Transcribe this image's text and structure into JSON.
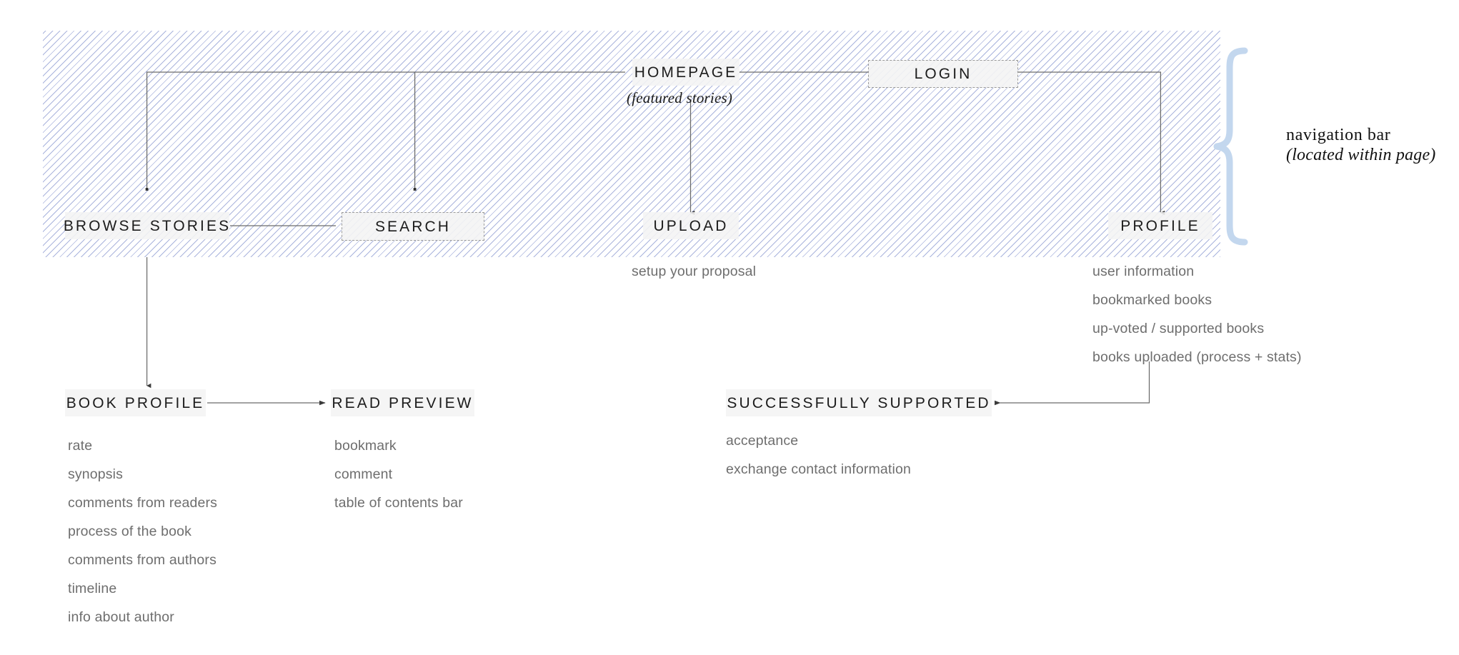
{
  "diagram": {
    "title_band": {
      "label": "navigation bar",
      "sublabel": "(located within page)",
      "brace_color": "#c3d7ee"
    },
    "nodes": {
      "homepage": {
        "label": "HOMEPAGE",
        "sublabel": "(featured stories)"
      },
      "login": {
        "label": "LOGIN"
      },
      "browse_stories": {
        "label": "BROWSE STORIES"
      },
      "search": {
        "label": "SEARCH"
      },
      "upload": {
        "label": "UPLOAD"
      },
      "profile": {
        "label": "PROFILE"
      },
      "book_profile": {
        "label": "BOOK PROFILE"
      },
      "read_preview": {
        "label": "READ PREVIEW"
      },
      "successfully_supported": {
        "label": "SUCCESSFULLY SUPPORTED"
      }
    },
    "annotations": {
      "upload_items": [
        "setup your proposal"
      ],
      "profile_items": [
        "user information",
        "bookmarked books",
        "up-voted / supported books",
        "books uploaded (process + stats)"
      ],
      "book_profile_items": [
        "rate",
        "synopsis",
        "comments from readers",
        "process of the book",
        "comments from authors",
        "timeline",
        "info about author"
      ],
      "read_preview_items": [
        "bookmark",
        "comment",
        "table of contents bar"
      ],
      "successfully_supported_items": [
        "acceptance",
        "exchange contact information"
      ]
    },
    "colors": {
      "hatch": "#aab4dd",
      "connector": "#5a5a5a",
      "chip_fill": "#f4f4f4",
      "text_dark": "#1c1c1c",
      "text_muted": "#6e6e6e"
    }
  }
}
